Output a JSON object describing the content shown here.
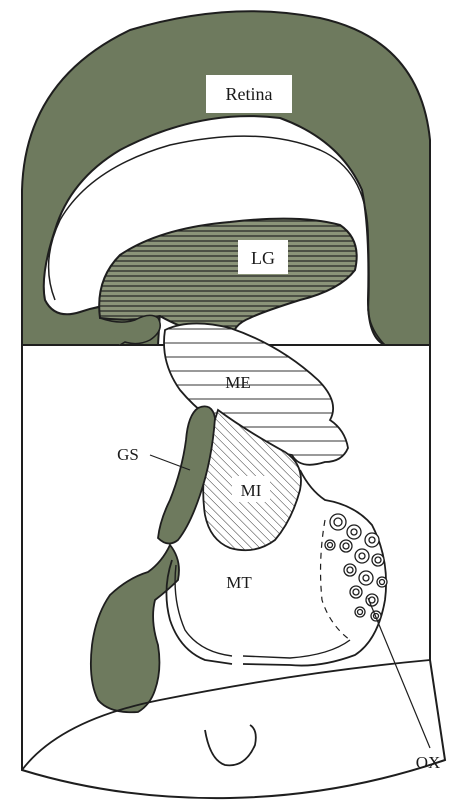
{
  "diagram": {
    "labels": {
      "retina": "Retina",
      "lg": "LG",
      "me": "ME",
      "gs": "GS",
      "mi": "MI",
      "mt": "MT",
      "ox": "OX"
    },
    "colors": {
      "fill_dark": "#6e7a5e",
      "outline": "#1e1e1e",
      "background": "#ffffff"
    }
  }
}
